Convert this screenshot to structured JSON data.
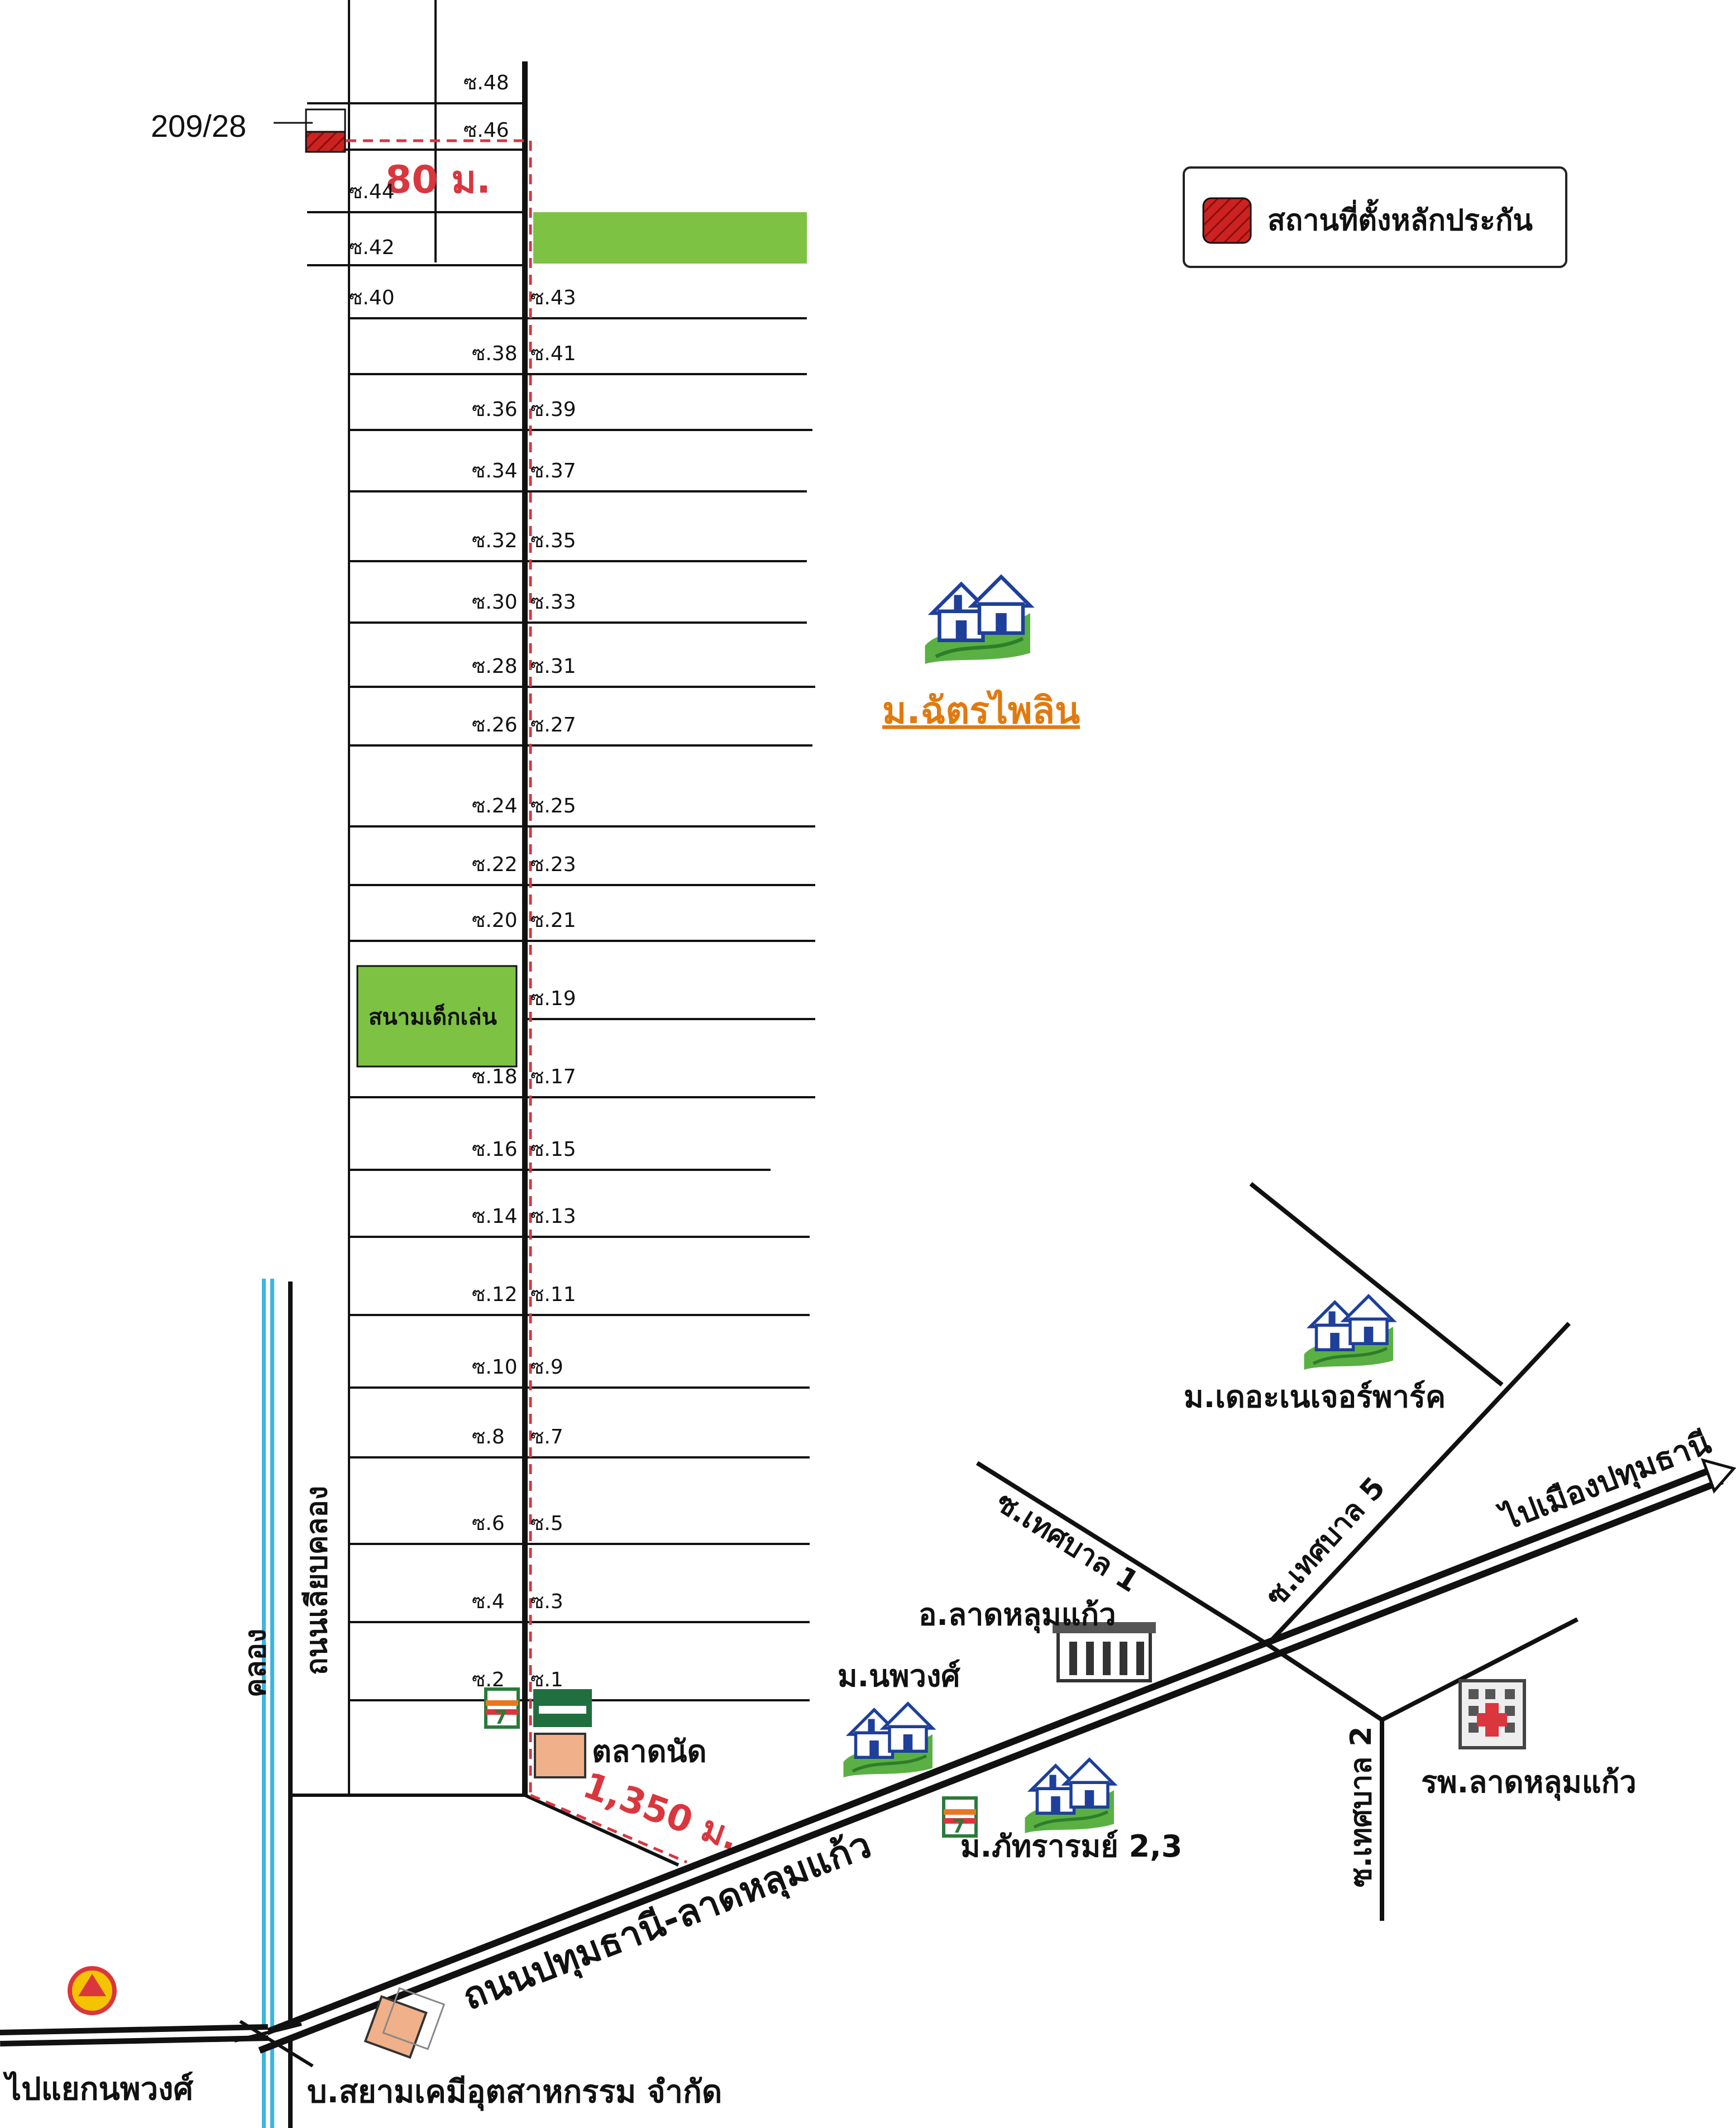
{
  "plot_id": "209/28",
  "distances": {
    "near": "80 ม.",
    "far": "1,350 ม."
  },
  "legend": {
    "label": "สถานที่ตั้งหลักประกัน",
    "color": "#cc2222"
  },
  "colors": {
    "park": "#7dc242",
    "canal": "#3ab6e0",
    "route": "#d9363e",
    "village_text": "#e07a10"
  },
  "village_main": "ม.ฉัตรไพลิน",
  "playground": "สนามเด็กเล่น",
  "market": "ตลาดนัด",
  "soi_left": [
    "ซ.48",
    "ซ.46",
    "ซ.44",
    "ซ.42",
    "ซ.40",
    "ซ.38",
    "ซ.36",
    "ซ.34",
    "ซ.32",
    "ซ.30",
    "ซ.28",
    "ซ.26",
    "ซ.24",
    "ซ.22",
    "ซ.20",
    "ซ.18",
    "ซ.16",
    "ซ.14",
    "ซ.12",
    "ซ.10",
    "ซ.8",
    "ซ.6",
    "ซ.4",
    "ซ.2"
  ],
  "soi_right": [
    "ซ.43",
    "ซ.41",
    "ซ.39",
    "ซ.37",
    "ซ.35",
    "ซ.33",
    "ซ.31",
    "ซ.27",
    "ซ.25",
    "ซ.23",
    "ซ.21",
    "ซ.19",
    "ซ.17",
    "ซ.15",
    "ซ.13",
    "ซ.11",
    "ซ.9",
    "ซ.7",
    "ซ.5",
    "ซ.3",
    "ซ.1"
  ],
  "roads": {
    "klong_road": "ถนนเลียบคลอง",
    "canal": "คลอง",
    "main_road": "ถนนปทุมธานี-ลาดหลุมแก้ว",
    "to_pathum": "ไปเมืองปทุมธานี",
    "to_noppawong": "ไปแยกนพวงศ์",
    "thetsaban1": "ซ.เทศบาล 1",
    "thetsaban5": "ซ.เทศบาล 5",
    "thetsaban2": "ซ.เทศบาล 2"
  },
  "places": {
    "nature_park": "ม.เดอะเนเจอร์พาร์ค",
    "district": "อ.ลาดหลุมแก้ว",
    "noppawong": "ม.นพวงศ์",
    "phattharam": "ม.ภัทรารมย์ 2,3",
    "hospital": "รพ.ลาดหลุมแก้ว",
    "company": "บ.สยามเคมีอุตสาหกรรม จำกัด"
  },
  "icons": [
    "house-icon",
    "seven-eleven-icon",
    "tesco-lotus-icon",
    "shell-icon",
    "hospital-icon",
    "government-building-icon"
  ]
}
